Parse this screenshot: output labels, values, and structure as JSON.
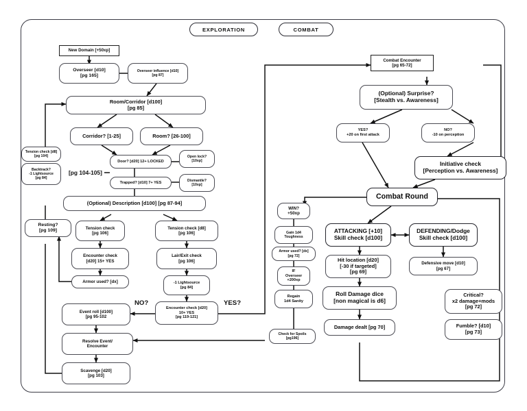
{
  "diagram": {
    "title": "TTRPG Exploration and Combat Flowchart",
    "headers": [
      {
        "id": "exploration",
        "label": "EXPLORATION"
      },
      {
        "id": "combat",
        "label": "COMBAT"
      }
    ],
    "edge_labels": [
      {
        "id": "pg-104-105",
        "text": "[pg 104-105]"
      },
      {
        "id": "no-label",
        "text": "NO?"
      },
      {
        "id": "yes-label",
        "text": "YES?"
      }
    ],
    "exploration_nodes": [
      {
        "id": "new-domain",
        "text": "New Domain [+50xp]"
      },
      {
        "id": "overseer",
        "text": "Overseer [d10]\n[pg 165]"
      },
      {
        "id": "overseer-influence",
        "text": "Overseer influence [d10]\n[pg 87]"
      },
      {
        "id": "room-corridor",
        "text": "Room/Corridor [d100]\n[pg 85]"
      },
      {
        "id": "corridor",
        "text": "Corridor? [1-25]"
      },
      {
        "id": "room",
        "text": "Room? [26-100]"
      },
      {
        "id": "door",
        "text": "Door? [d20] 12+ LOCKED"
      },
      {
        "id": "open-lock",
        "text": "Open lock?\n[10xp]"
      },
      {
        "id": "trapped",
        "text": "Trapped? [d10] 7+ YES"
      },
      {
        "id": "dismantle",
        "text": "Dismantle?\n[10xp]"
      },
      {
        "id": "tension-check-d8-left",
        "text": "Tension check [d8]\n[pg 104]"
      },
      {
        "id": "backtrack",
        "text": "Backtrack?\n-1 Lightsource\n[pg 84]"
      },
      {
        "id": "description",
        "text": "(Optional) Description [d100] [pg 87-94]"
      },
      {
        "id": "resting",
        "text": "Resting?\n[pg 109]"
      },
      {
        "id": "tension-check-106",
        "text": "Tension check\n[pg 106]"
      },
      {
        "id": "tension-check-d8-right",
        "text": "Tension check [d8]\n[pg 106]"
      },
      {
        "id": "encounter-check-15",
        "text": "Encounter check\n[d20] 15+ YES"
      },
      {
        "id": "lair-exit-check",
        "text": "Lair/Exit check\n[pg 106]"
      },
      {
        "id": "armor-used-dx",
        "text": "Armor used? [dx]"
      },
      {
        "id": "lightsource-minus-1",
        "text": "-1 Lightsource\n[pg 84]"
      },
      {
        "id": "encounter-check-10",
        "text": "Encounter check [d20]\n10+ YES\n[pg 119-121]"
      },
      {
        "id": "event-roll",
        "text": "Event roll [d100]\n[pg 95-102"
      },
      {
        "id": "resolve-event",
        "text": "Resolve Event/\nEncounter"
      },
      {
        "id": "scavenge",
        "text": "Scavenge [d20]\n[pg 103]"
      }
    ],
    "combat_nodes": [
      {
        "id": "combat-encounter",
        "text": "Combat Encounter\n[pg 65-72]"
      },
      {
        "id": "surprise",
        "text": "(Optional) Surprise?\n[Stealth vs. Awareness]"
      },
      {
        "id": "surprise-yes",
        "text": "YES?\n+20 on first attack"
      },
      {
        "id": "surprise-no",
        "text": "NO?\n-10 on perception"
      },
      {
        "id": "initiative-check",
        "text": "Initiative check\n[Perception vs. Awareness]"
      },
      {
        "id": "combat-round",
        "text": "Combat Round"
      },
      {
        "id": "attacking",
        "text": "ATTACKING [+10]\nSkill check [d100]"
      },
      {
        "id": "defending",
        "text": "DEFENDING/Dodge\nSkill check [d100]"
      },
      {
        "id": "hit-location",
        "text": "Hit location [d20]\n[-30 if targeted]\n[pg 69]"
      },
      {
        "id": "defensive-move",
        "text": "Defensive move [d10]\n[pg 67]"
      },
      {
        "id": "roll-damage",
        "text": "Roll Damage dice\n[non magical is d6]"
      },
      {
        "id": "damage-dealt",
        "text": "Damage dealt [pg 70]"
      },
      {
        "id": "critical",
        "text": "Critical?\nx2 damage+mods\n[pg 72]"
      },
      {
        "id": "fumble",
        "text": "Fumble? [d10]\n[pg 73]"
      }
    ],
    "reward_nodes": [
      {
        "id": "win",
        "text": "WIN?\n+50xp"
      },
      {
        "id": "gain-toughness",
        "text": "Gain 1d4\nToughness"
      },
      {
        "id": "armor-used-pg72",
        "text": "Armor used? [dx]\n[pg 72]"
      },
      {
        "id": "if-overseer",
        "text": "IF\nOverseer\n+200xp"
      },
      {
        "id": "regain-sanity",
        "text": "Regain\n1d4 Sanity"
      },
      {
        "id": "check-spoils",
        "text": "Check for Spoils\n[pg196]"
      }
    ]
  }
}
